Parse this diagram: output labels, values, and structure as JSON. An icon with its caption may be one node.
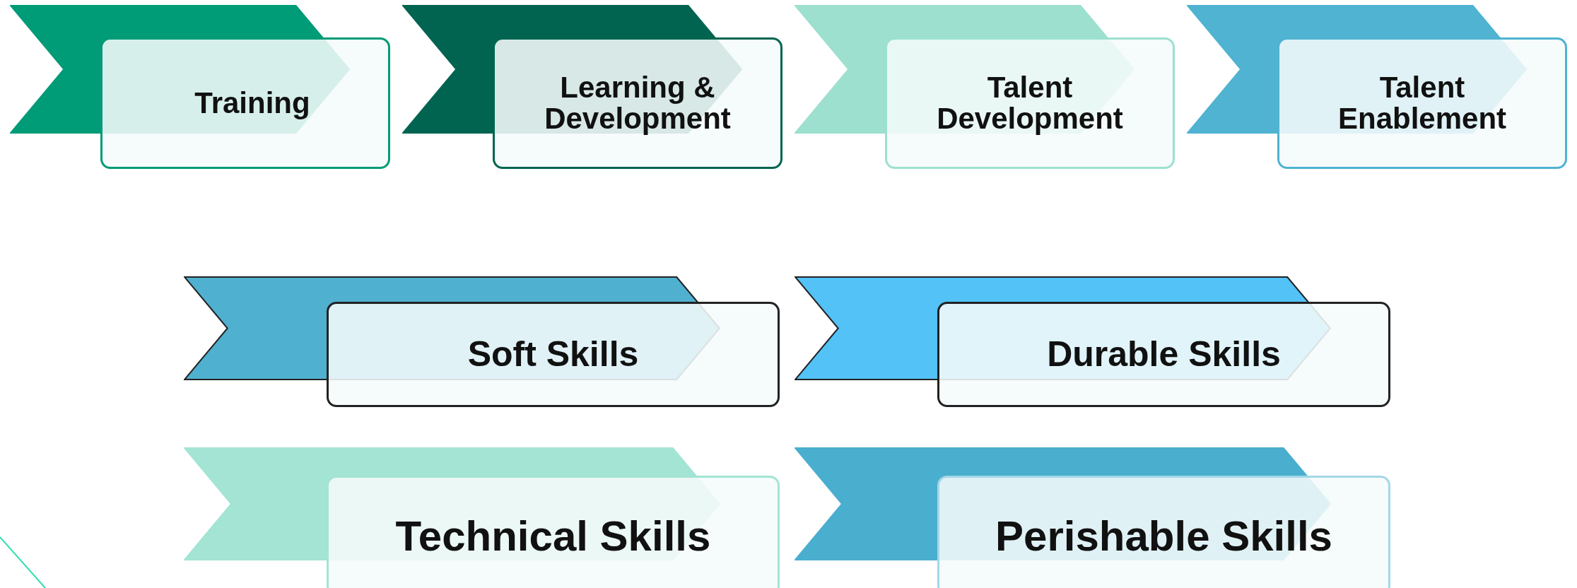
{
  "diagram": {
    "nodes": [
      {
        "text": [
          "Training"
        ]
      },
      {
        "text": [
          "Learning & Development"
        ]
      },
      {
        "text": [
          "Talent Development"
        ]
      },
      {
        "text": [
          "Talent Enablement"
        ]
      },
      {
        "text": [
          "Soft Skills"
        ]
      },
      {
        "text": [
          "Durable Skills"
        ]
      },
      {
        "text": [
          "Technical Skills"
        ]
      },
      {
        "text": [
          "Perishable Skills"
        ]
      }
    ]
  }
}
